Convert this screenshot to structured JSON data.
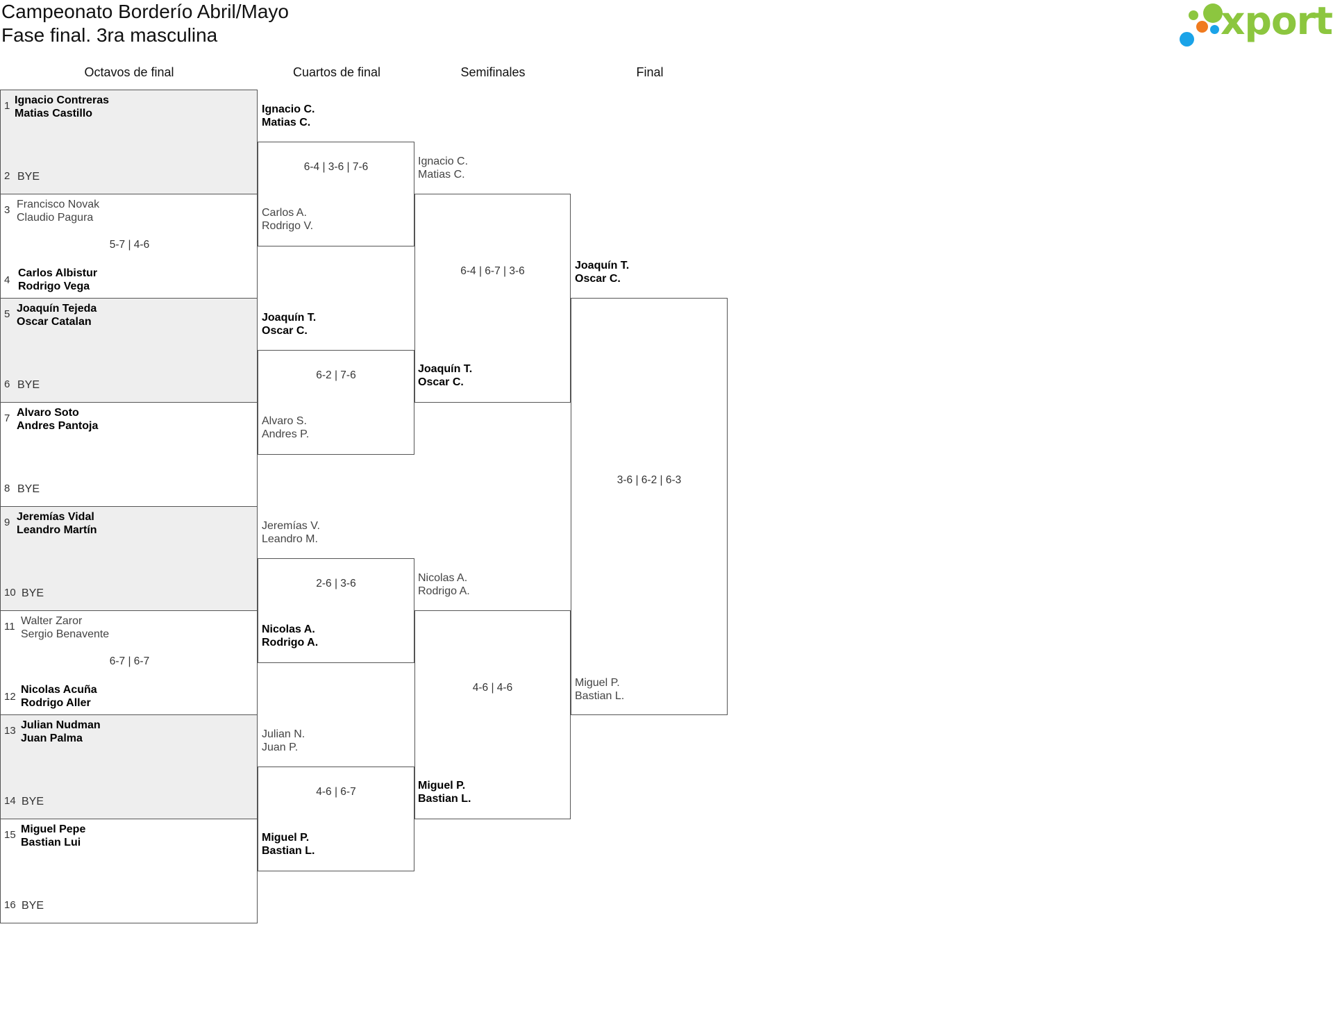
{
  "header": {
    "title_line1": "Campeonato Borderío Abril/Mayo",
    "title_line2": "Fase final. 3ra masculina"
  },
  "logo": {
    "text": "xporty",
    "colors": {
      "green": "#8cc63f",
      "blue": "#1aa3e8",
      "orange": "#f07b1f"
    }
  },
  "rounds": [
    "Octavos de final",
    "Cuartos de final",
    "Semifinales",
    "Final"
  ],
  "octavos": [
    {
      "seed_a": "1",
      "a1": "Ignacio Contreras",
      "a2": "Matias Castillo",
      "seed_b": "2",
      "b1": "BYE",
      "b2": "",
      "score": "",
      "winner": "a",
      "gray": true
    },
    {
      "seed_a": "3",
      "a1": "Francisco Novak",
      "a2": "Claudio Pagura",
      "seed_b": "4",
      "b1": "Carlos Albistur",
      "b2": "Rodrigo Vega",
      "score": "5-7 | 4-6",
      "winner": "b",
      "gray": false
    },
    {
      "seed_a": "5",
      "a1": "Joaquín Tejeda",
      "a2": "Oscar Catalan",
      "seed_b": "6",
      "b1": "BYE",
      "b2": "",
      "score": "",
      "winner": "a",
      "gray": true
    },
    {
      "seed_a": "7",
      "a1": "Alvaro Soto",
      "a2": "Andres Pantoja",
      "seed_b": "8",
      "b1": "BYE",
      "b2": "",
      "score": "",
      "winner": "a",
      "gray": false
    },
    {
      "seed_a": "9",
      "a1": "Jeremías Vidal",
      "a2": "Leandro Martín",
      "seed_b": "10",
      "b1": "BYE",
      "b2": "",
      "score": "",
      "winner": "a",
      "gray": true
    },
    {
      "seed_a": "11",
      "a1": "Walter Zaror",
      "a2": "Sergio Benavente",
      "seed_b": "12",
      "b1": "Nicolas Acuña",
      "b2": "Rodrigo Aller",
      "score": "6-7 | 6-7",
      "winner": "b",
      "gray": false
    },
    {
      "seed_a": "13",
      "a1": "Julian Nudman",
      "a2": "Juan Palma",
      "seed_b": "14",
      "b1": "BYE",
      "b2": "",
      "score": "",
      "winner": "a",
      "gray": true
    },
    {
      "seed_a": "15",
      "a1": "Miguel Pepe",
      "a2": "Bastian Lui",
      "seed_b": "16",
      "b1": "BYE",
      "b2": "",
      "score": "",
      "winner": "a",
      "gray": false
    }
  ],
  "cuartos": [
    {
      "a1": "Ignacio C.",
      "a2": "Matias C.",
      "b1": "Carlos A.",
      "b2": "Rodrigo V.",
      "score": "6-4 | 3-6 | 7-6",
      "winner": "a"
    },
    {
      "a1": "Joaquín T.",
      "a2": "Oscar C.",
      "b1": "Alvaro S.",
      "b2": "Andres P.",
      "score": "6-2 | 7-6",
      "winner": "a"
    },
    {
      "a1": "Jeremías V.",
      "a2": "Leandro M.",
      "b1": "Nicolas A.",
      "b2": "Rodrigo A.",
      "score": "2-6 | 3-6",
      "winner": "b"
    },
    {
      "a1": "Julian N.",
      "a2": "Juan P.",
      "b1": "Miguel P.",
      "b2": "Bastian L.",
      "score": "4-6 | 6-7",
      "winner": "b"
    }
  ],
  "semis": [
    {
      "a1": "Ignacio C.",
      "a2": "Matias C.",
      "b1": "Joaquín T.",
      "b2": "Oscar C.",
      "score": "6-4 | 6-7 | 3-6",
      "winner": "b"
    },
    {
      "a1": "Nicolas A.",
      "a2": "Rodrigo A.",
      "b1": "Miguel P.",
      "b2": "Bastian L.",
      "score": "4-6 | 4-6",
      "winner": "b"
    }
  ],
  "final": [
    {
      "a1": "Joaquín T.",
      "a2": "Oscar C.",
      "b1": "Miguel P.",
      "b2": "Bastian L.",
      "score": "3-6 | 6-2 | 6-3",
      "winner": "a"
    }
  ]
}
